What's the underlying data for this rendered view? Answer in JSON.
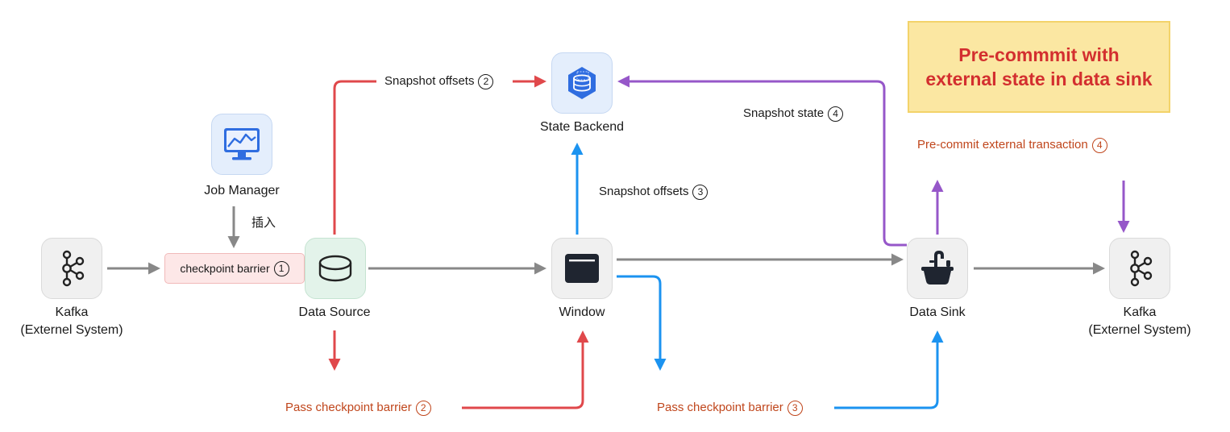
{
  "title": "Pre-commmit with\nexternal state in data sink",
  "colors": {
    "flow_gray": "#888888",
    "source_red": "#e0484b",
    "window_blue": "#1b93f0",
    "sink_purple": "#9657c9",
    "orange_text": "#c0461c",
    "title_red": "#d32f2f",
    "title_bg": "#fbe7a2"
  },
  "nodes": {
    "kafka_in": {
      "icon": "kafka-icon",
      "label": "Kafka\n(Externel System)"
    },
    "job_manager": {
      "icon": "monitor-chart-icon",
      "label": "Job Manager"
    },
    "data_source": {
      "icon": "database-icon",
      "label": "Data Source"
    },
    "state_backend": {
      "icon": "storage-cube-icon",
      "label": "State Backend"
    },
    "window": {
      "icon": "window-icon",
      "label": "Window"
    },
    "data_sink": {
      "icon": "sink-faucet-icon",
      "label": "Data Sink"
    },
    "kafka_out": {
      "icon": "kafka-icon",
      "label": "Kafka\n(Externel System)"
    }
  },
  "labels": {
    "insert": "插入",
    "checkpoint_barrier": "checkpoint barrier",
    "checkpoint_barrier_num": "1",
    "snapshot_offsets_source": "Snapshot offsets",
    "snapshot_offsets_source_num": "2",
    "snapshot_offsets_window": "Snapshot offsets",
    "snapshot_offsets_window_num": "3",
    "snapshot_state": "Snapshot state",
    "snapshot_state_num": "4",
    "pre_commit": "Pre-commit external transaction",
    "pre_commit_num": "4",
    "pass_barrier_source": "Pass checkpoint barrier",
    "pass_barrier_source_num": "2",
    "pass_barrier_window": "Pass checkpoint barrier",
    "pass_barrier_window_num": "3"
  }
}
